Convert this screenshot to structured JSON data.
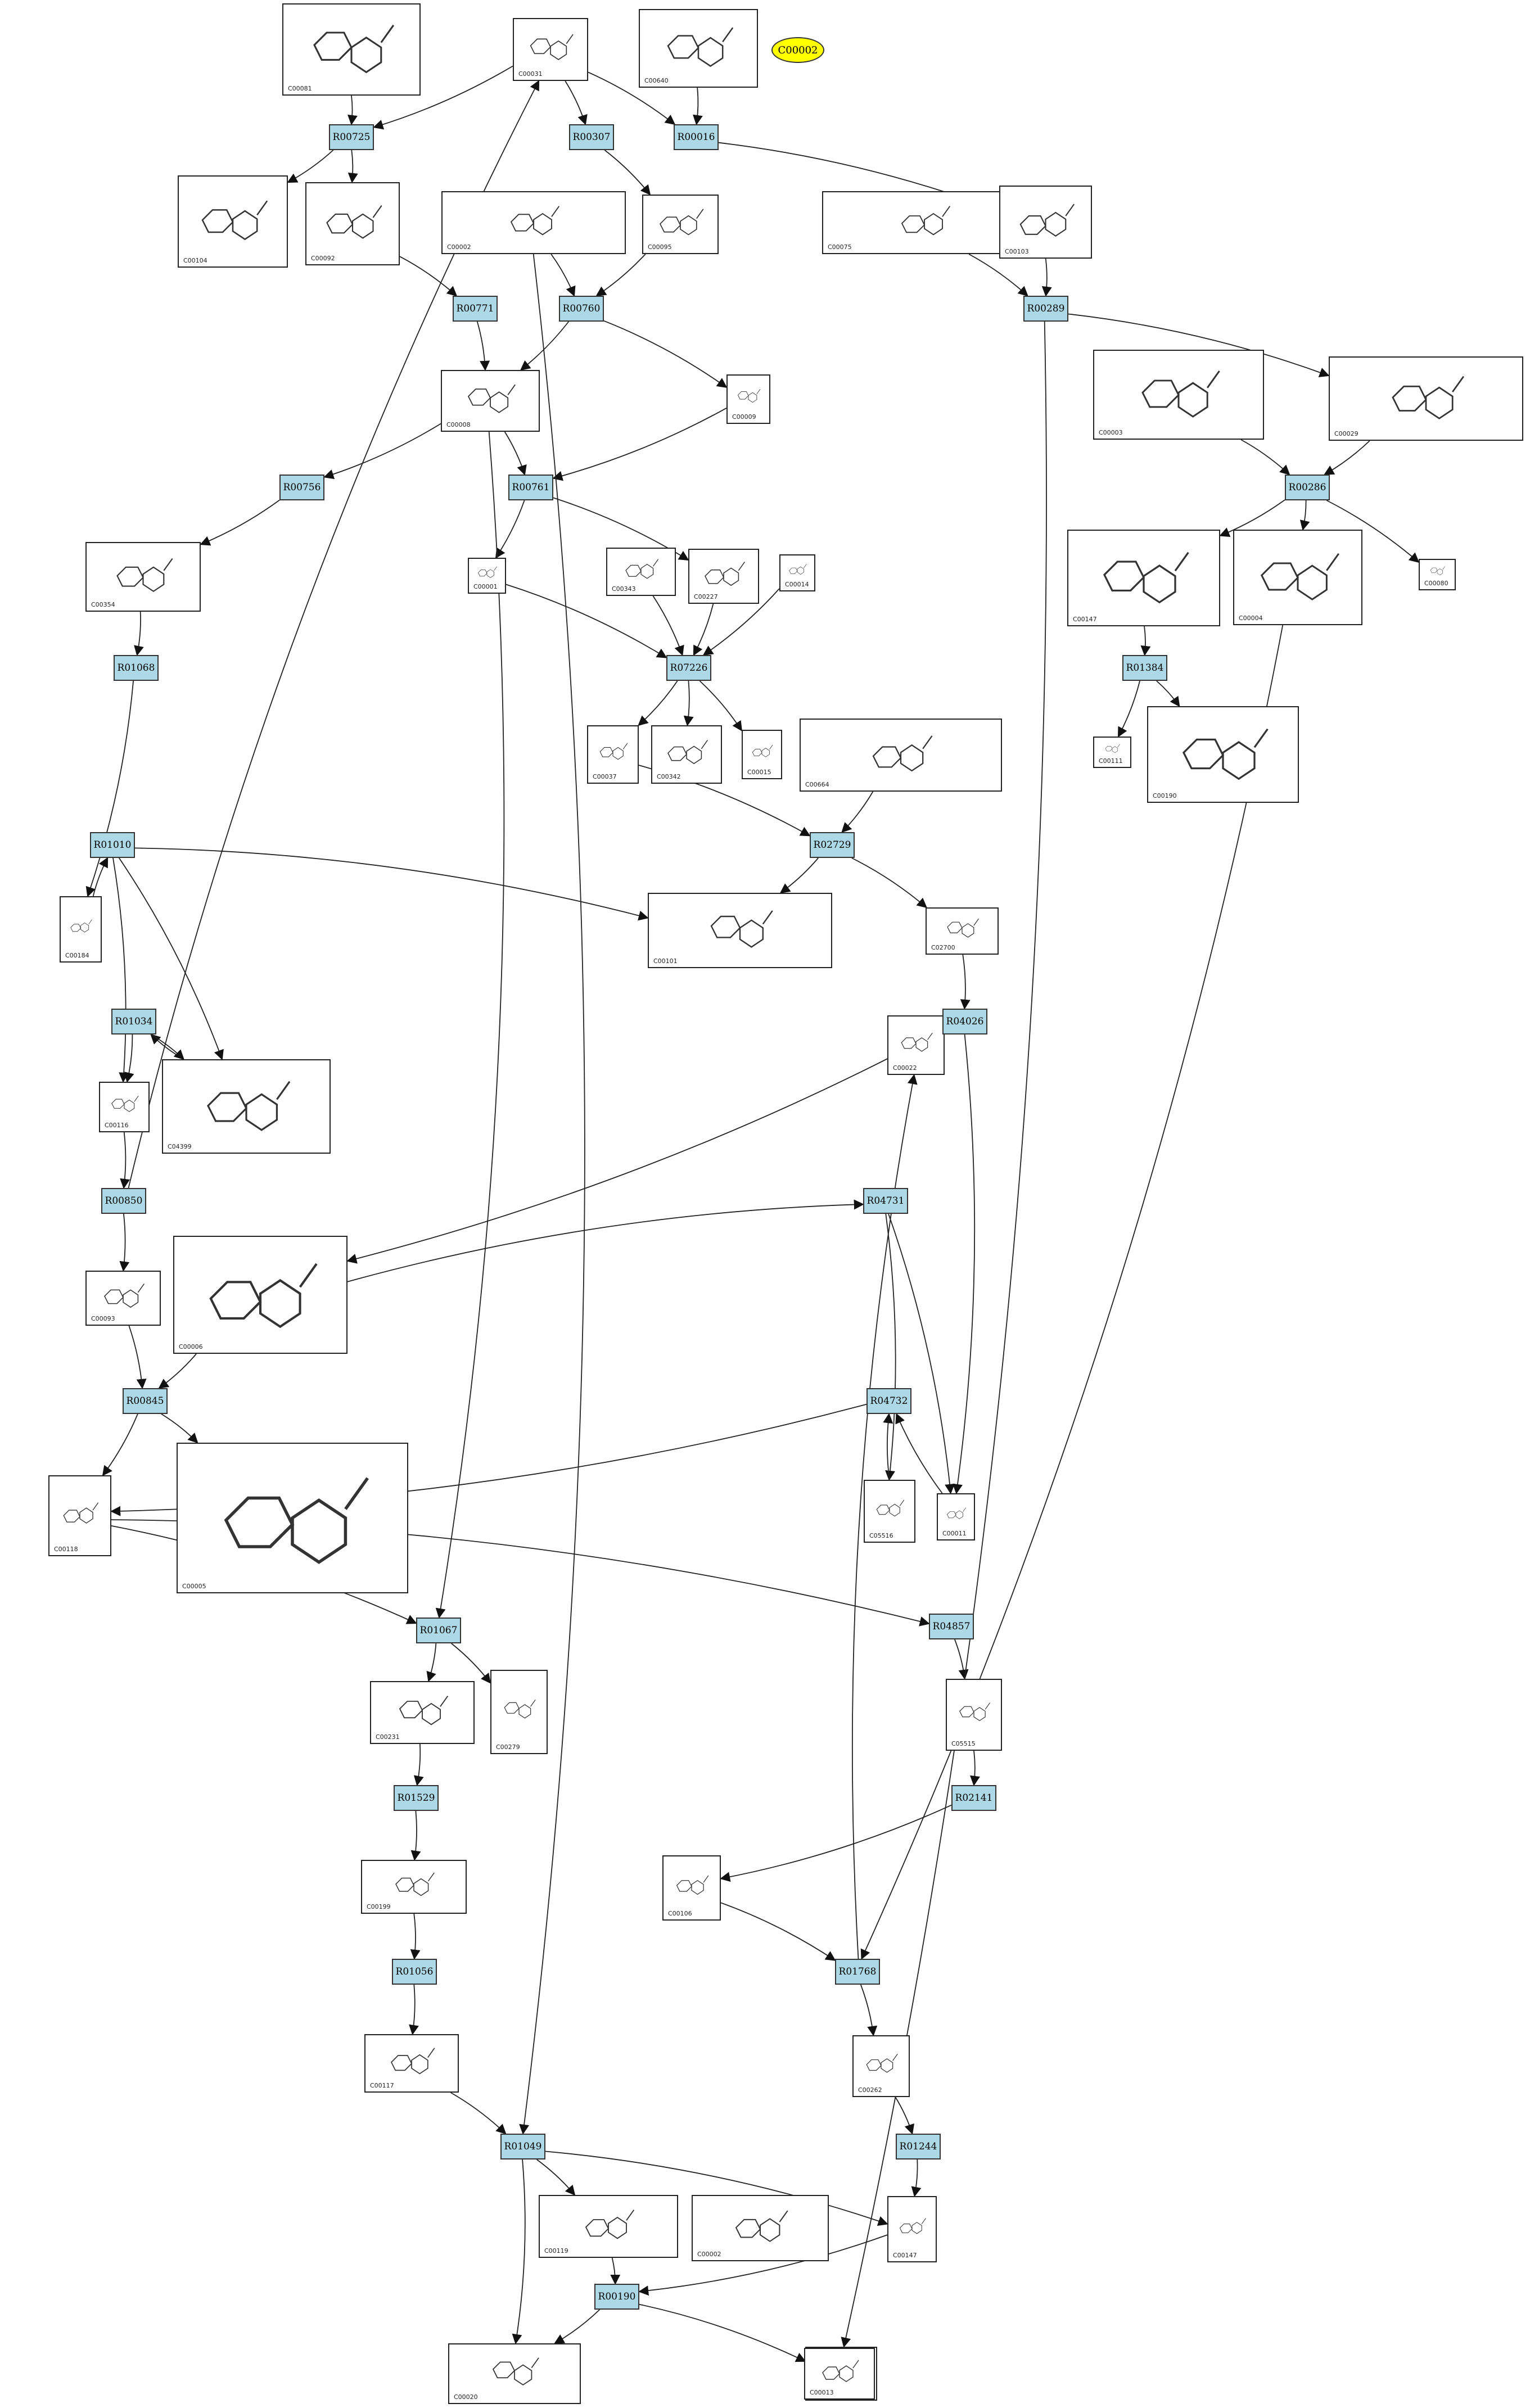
{
  "diagram": {
    "highlight": {
      "id": "C00002",
      "fill": "#ffff00"
    },
    "reaction_fill": "#add8e6",
    "reactions": [
      "R00725",
      "R00307",
      "R00016",
      "R00771",
      "R00760",
      "R00289",
      "R00756",
      "R00761",
      "R00286",
      "R01068",
      "R07226",
      "R01384",
      "R01010",
      "R02729",
      "R01034",
      "R04026",
      "R00850",
      "R04731",
      "R00845",
      "R04732",
      "R04857",
      "R01067",
      "R01529",
      "R02141",
      "R01056",
      "R01768",
      "R01049",
      "R01244",
      "R00190"
    ],
    "compounds": [
      "C00081",
      "C00031",
      "C00640",
      "C00104",
      "C00092",
      "C00002",
      "C00095",
      "C00075",
      "C00103",
      "C00008",
      "C00009",
      "C00003",
      "C00029",
      "C00354",
      "C00001",
      "C00343",
      "C00227",
      "C00014",
      "C00080",
      "C00147",
      "C00004",
      "C00111",
      "C00037",
      "C00342",
      "C00664",
      "C00015",
      "C00184",
      "C00101",
      "C02700",
      "C00116",
      "C04399",
      "C00093",
      "C00006",
      "C05516",
      "C00011",
      "C00118",
      "C00279",
      "C00231",
      "C05515",
      "C00199",
      "C00106",
      "C00117",
      "C00262",
      "C00119",
      "C00147",
      "C00020",
      "C00013",
      "C00190",
      "C00005",
      "C00022",
      "C00002",
      "C00013"
    ]
  }
}
